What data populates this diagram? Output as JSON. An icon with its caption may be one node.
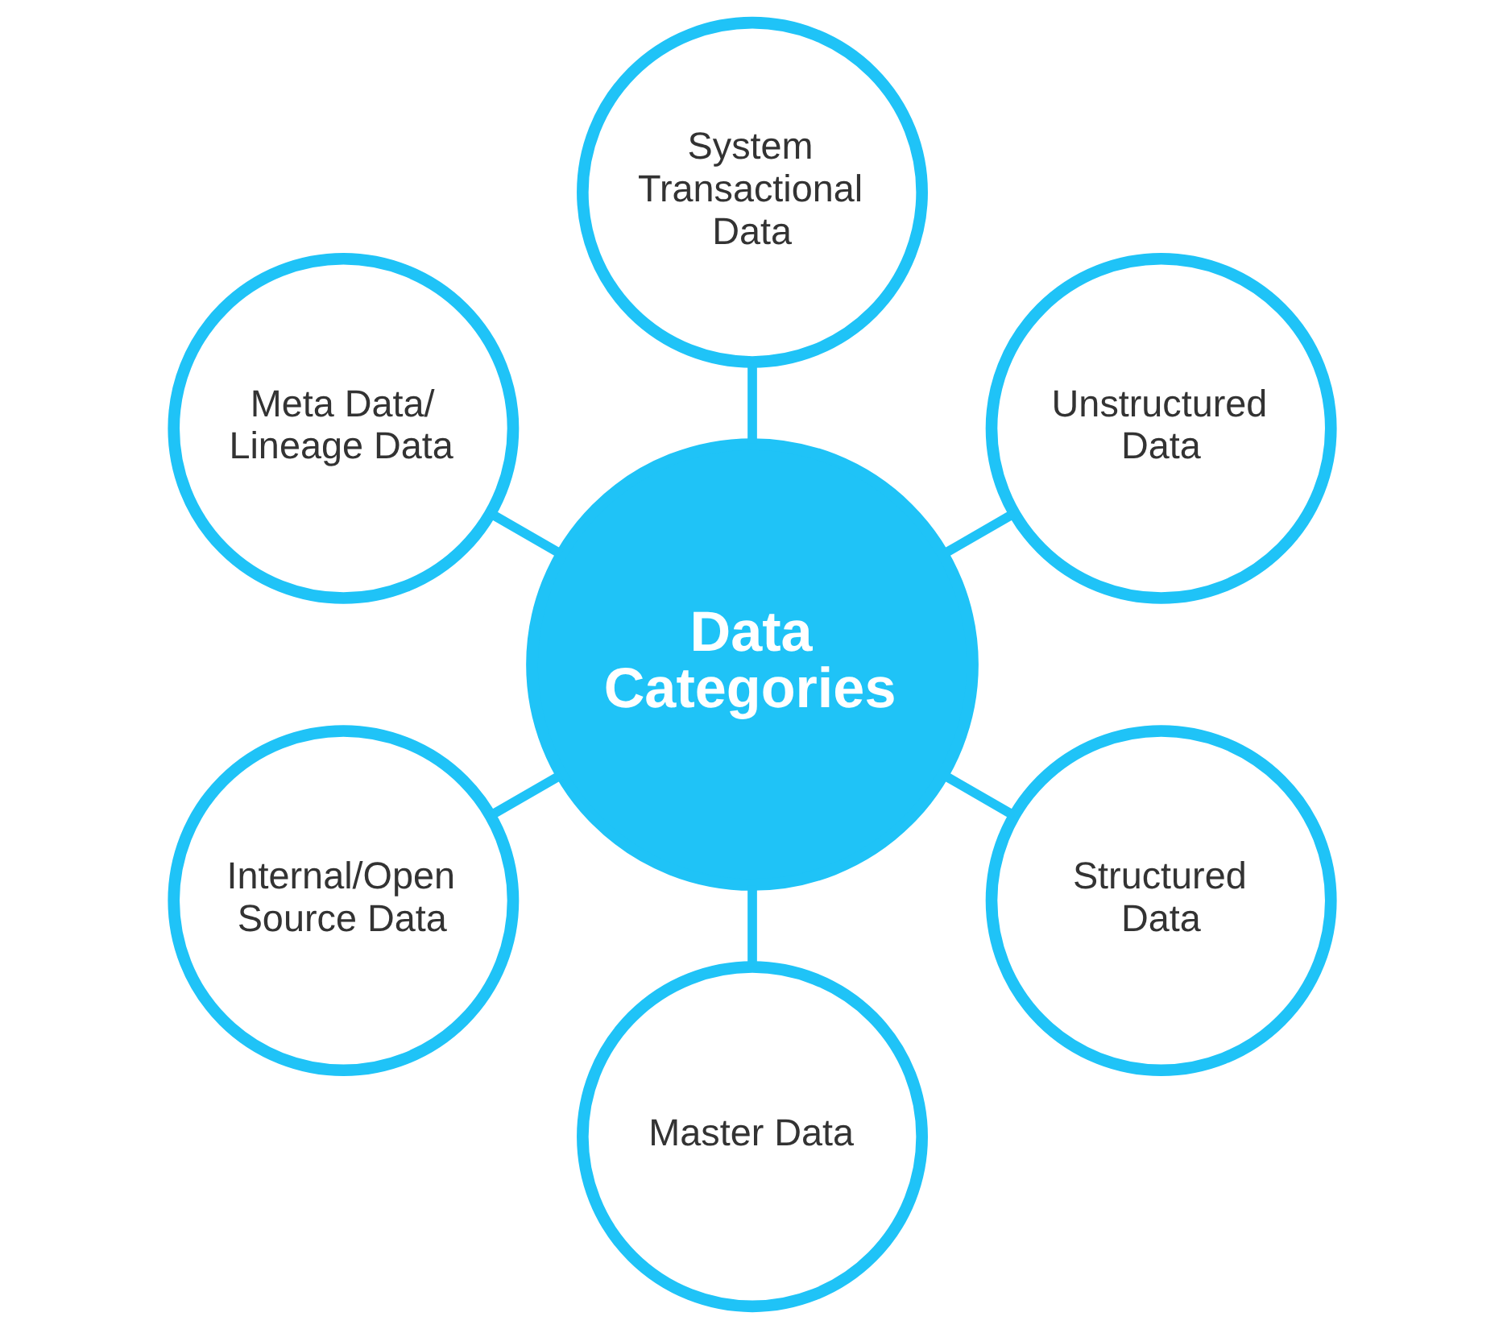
{
  "diagram": {
    "nodes": [
      {
        "text": [
          "Data Categories"
        ]
      },
      {
        "text": [
          "Unstructured Data"
        ]
      },
      {
        "text": [
          "System Transactional Data"
        ]
      },
      {
        "text": [
          "Meta Data/ Lineage Data"
        ]
      },
      {
        "text": [
          "Internal/Open Source Data"
        ]
      },
      {
        "text": [
          "Master Data"
        ]
      },
      {
        "text": [
          "Structured Data"
        ]
      }
    ],
    "edges": [
      {
        "from": 0,
        "to": 1,
        "arrow": "none"
      },
      {
        "from": 0,
        "to": 2,
        "arrow": "none"
      },
      {
        "from": 0,
        "to": 3,
        "arrow": "none"
      },
      {
        "from": 0,
        "to": 4,
        "arrow": "none"
      },
      {
        "from": 0,
        "to": 5,
        "arrow": "none"
      },
      {
        "from": 0,
        "to": 6,
        "arrow": "none"
      }
    ]
  }
}
